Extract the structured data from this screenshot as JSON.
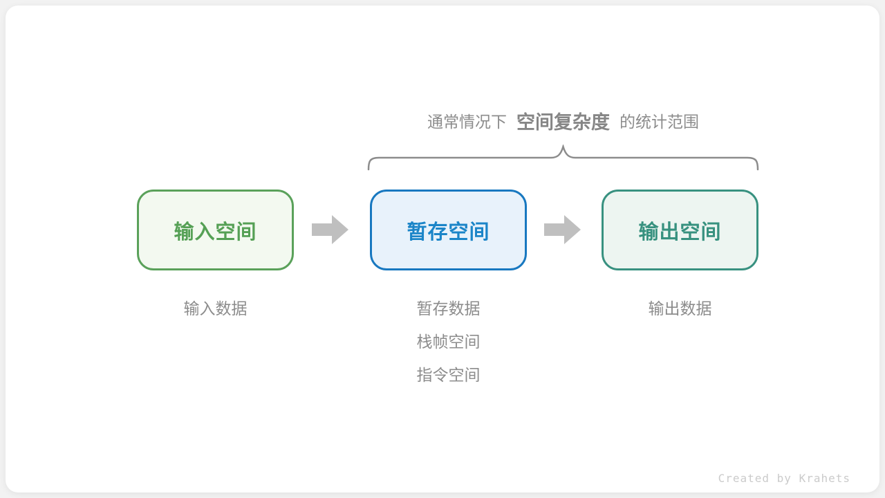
{
  "annotation": {
    "prefix": "通常情况下",
    "highlight": "空间复杂度",
    "suffix": "的统计范围"
  },
  "boxes": [
    {
      "id": "input-space",
      "label": "输入空间",
      "border_color": "#5AA15A",
      "fill_color": "#F3F9F0",
      "text_color": "#55A055"
    },
    {
      "id": "temp-space",
      "label": "暂存空间",
      "border_color": "#1878C0",
      "fill_color": "#E8F2FB",
      "text_color": "#1B85C8"
    },
    {
      "id": "output-space",
      "label": "输出空间",
      "border_color": "#389180",
      "fill_color": "#EDF5F1",
      "text_color": "#37917F"
    }
  ],
  "sublabels": {
    "input": {
      "line1": "输入数据"
    },
    "temp": {
      "line1": "暂存数据",
      "line2": "栈帧空间",
      "line3": "指令空间"
    },
    "output": {
      "line1": "输出数据"
    }
  },
  "arrows": {
    "color": "#BFBFBF",
    "count": 2
  },
  "brace": {
    "color": "#8C8C8C"
  },
  "credit": "Created by Krahets"
}
